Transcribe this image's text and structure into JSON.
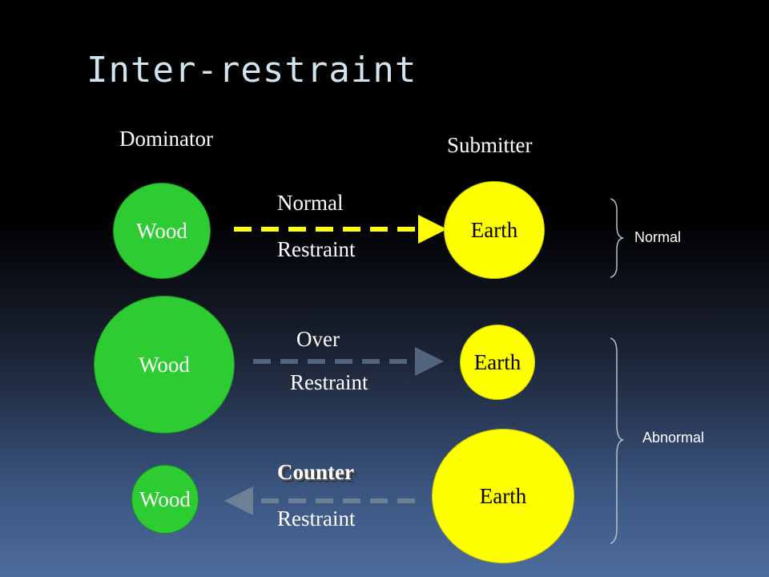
{
  "title": "Inter-restraint",
  "headers": {
    "dominator": "Dominator",
    "submitter": "Submitter"
  },
  "rows": [
    {
      "left": "Wood",
      "right": "Earth",
      "label_top": "Normal",
      "label_bottom": "Restraint",
      "arrow_color": "#ffff00",
      "direction": "right"
    },
    {
      "left": "Wood",
      "right": "Earth",
      "label_top": "Over",
      "label_bottom": "Restraint",
      "arrow_color": "#52657e",
      "direction": "right"
    },
    {
      "left": "Wood",
      "right": "Earth",
      "label_top": "Counter",
      "label_bottom": "Restraint",
      "arrow_color": "#6e8096",
      "direction": "left"
    }
  ],
  "groups": {
    "normal": "Normal",
    "abnormal": "Abnormal"
  },
  "colors": {
    "wood": "#2ecc33",
    "earth": "#ffff00",
    "title": "#cfe6f2"
  }
}
